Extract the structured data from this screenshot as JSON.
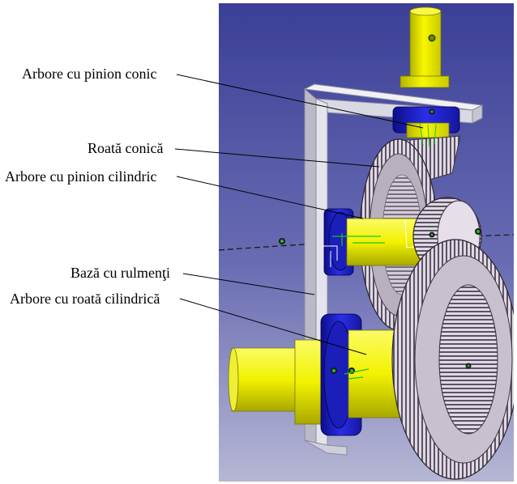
{
  "labels": {
    "bevel_pinion_shaft": "Arbore cu pinion conic",
    "bevel_wheel": "Roată conică",
    "spur_pinion_shaft": "Arbore cu pinion cilindric",
    "bearing_base": "Bază cu rulmenţi",
    "spur_wheel_shaft": "Arbore cu roată cilindrică"
  },
  "colors": {
    "background_top": "#3b3f96",
    "background_bottom": "#b6b7d4",
    "shaft": "#f2f200",
    "bearing": "#1e22d8",
    "gear": "#ddd6e2",
    "frame": "#e3e3ea"
  }
}
